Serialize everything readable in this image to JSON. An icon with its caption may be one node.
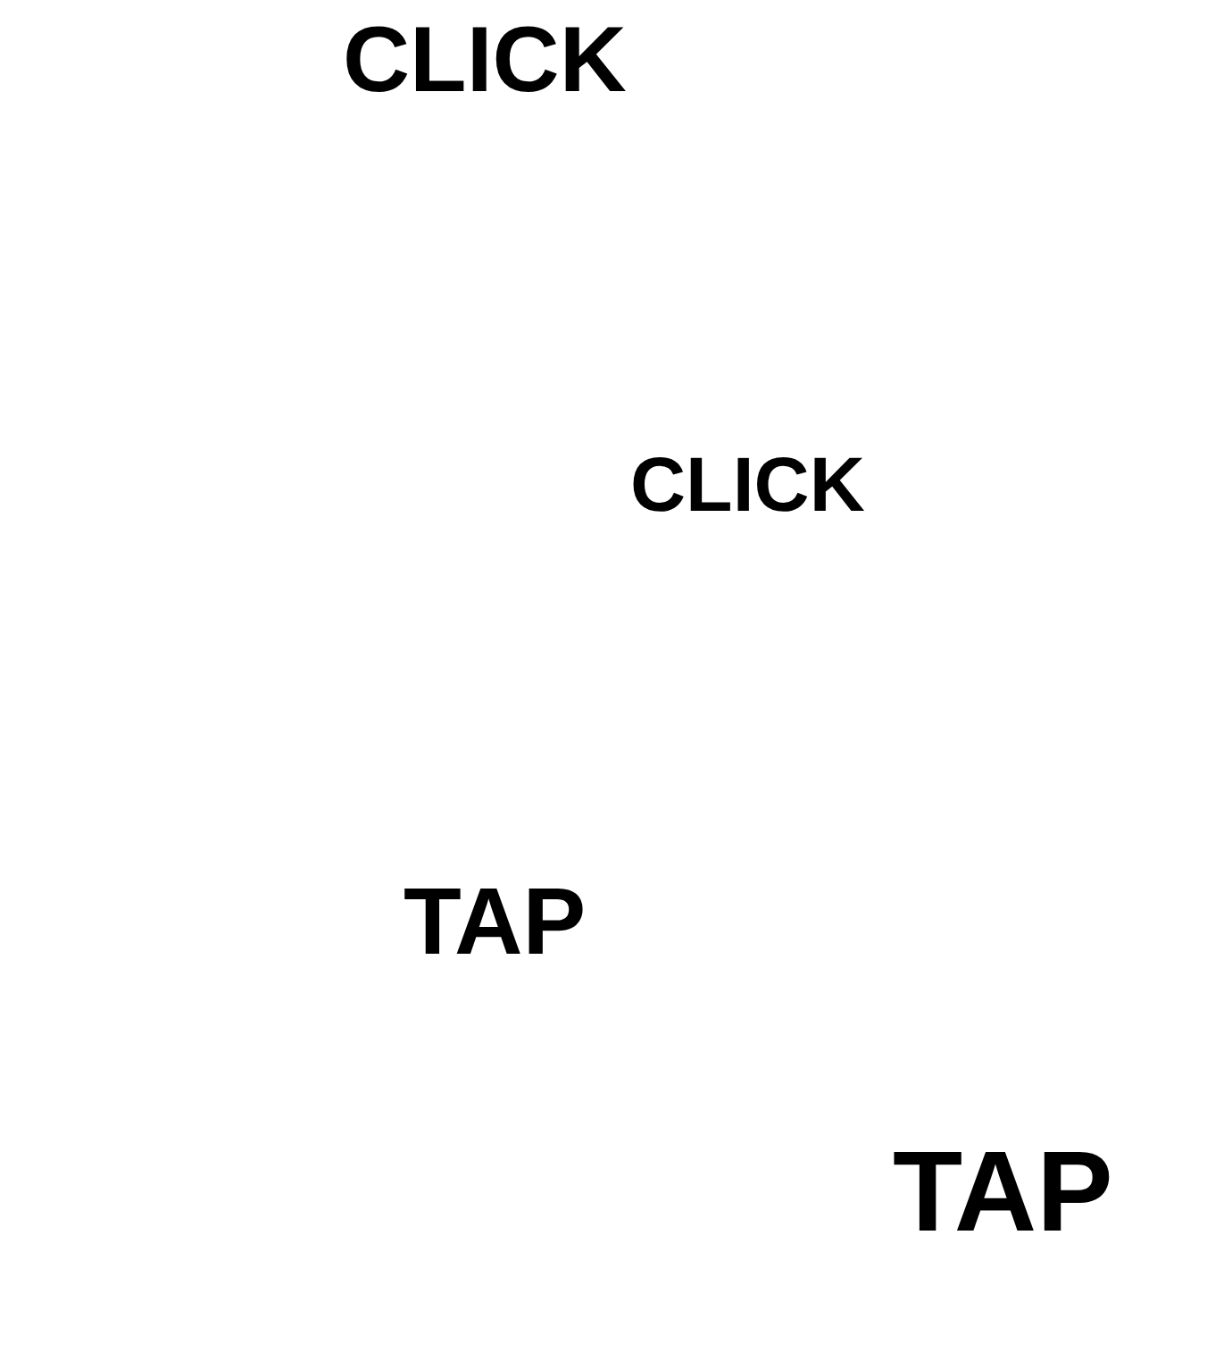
{
  "diagram": {
    "labels": [
      "CLICK",
      "CLICK",
      "TAP",
      "TAP"
    ]
  }
}
